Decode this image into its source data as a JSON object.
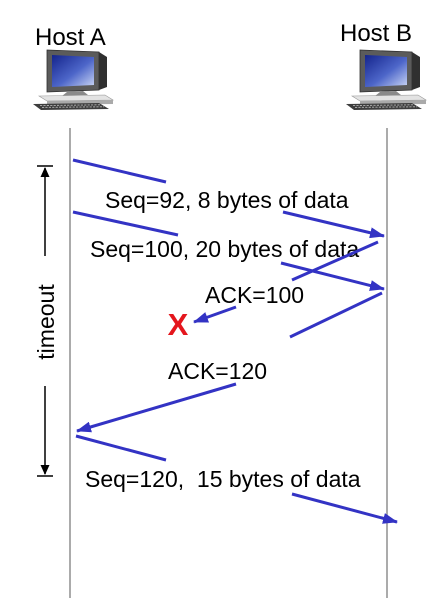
{
  "hosts": {
    "a": {
      "label": "Host A",
      "icon": "desktop-computer-icon"
    },
    "b": {
      "label": "Host B",
      "icon": "desktop-computer-icon"
    }
  },
  "timeout": {
    "label": "timeout"
  },
  "messages": [
    {
      "label": "Seq=92, 8 bytes of data"
    },
    {
      "label": "Seq=100, 20 bytes of data"
    },
    {
      "label": "ACK=100"
    },
    {
      "label": "ACK=120"
    },
    {
      "label": "Seq=120,  15 bytes of data"
    }
  ],
  "loss_marker": {
    "label": "X"
  },
  "colors": {
    "arrow": "#3333c4",
    "loss": "#e4161d",
    "timeline": "#8f8f8f",
    "text": "#000000"
  }
}
